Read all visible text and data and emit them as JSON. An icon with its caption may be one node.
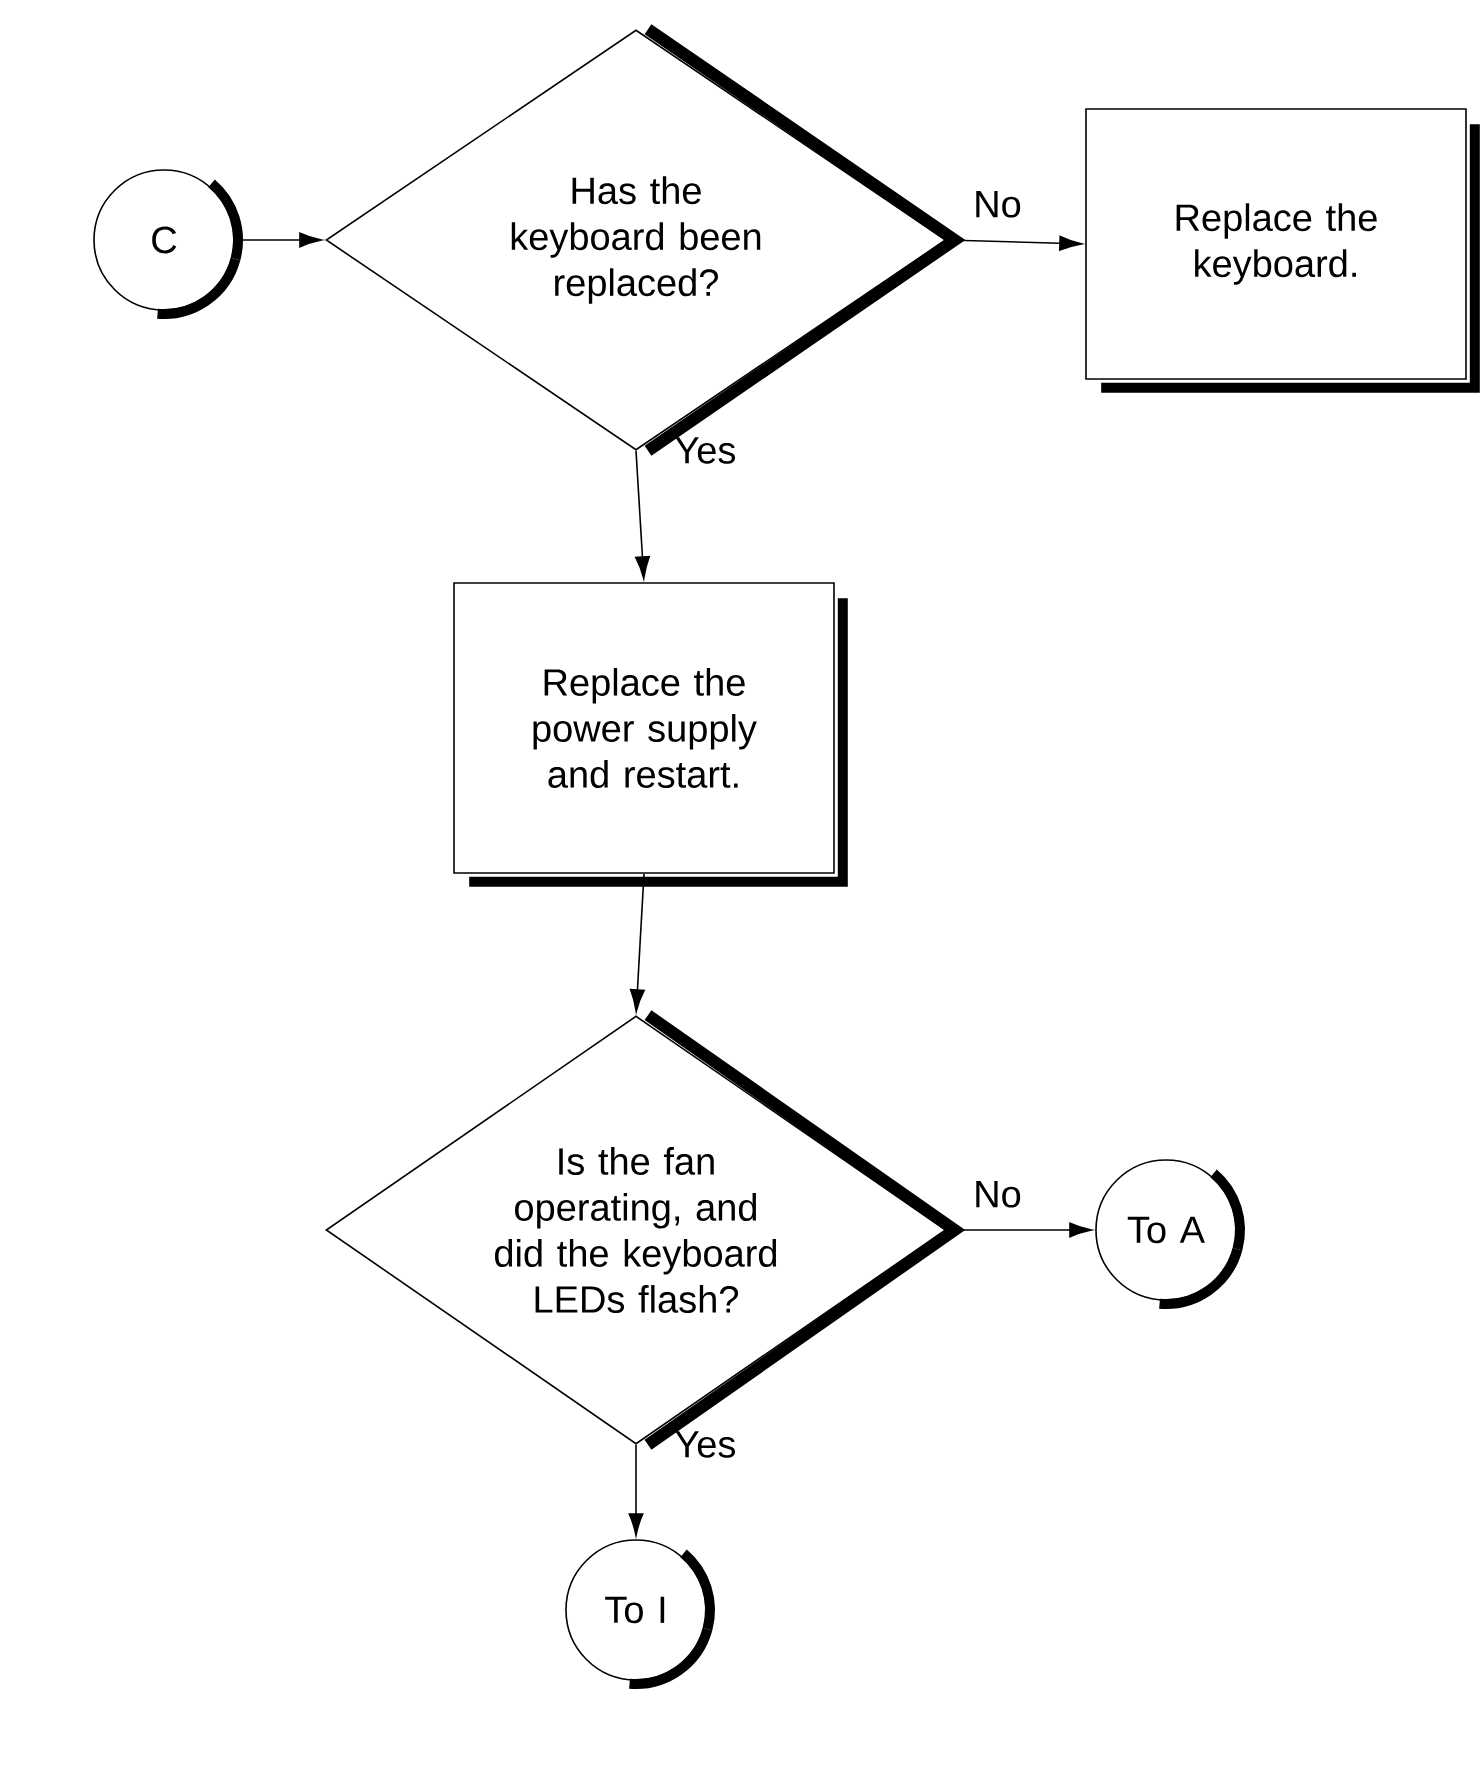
{
  "diagram": {
    "nodes": [
      {
        "text": [
          "C"
        ]
      },
      {
        "text": [
          "Has the keyboard been replaced?"
        ]
      },
      {
        "text": [
          "Replace the keyboard."
        ]
      },
      {
        "text": [
          "Replace the power supply and restart."
        ]
      },
      {
        "text": [
          "Is the fan operating, and did the keyboard LEDs flash?"
        ]
      },
      {
        "text": [
          "To A"
        ]
      },
      {
        "text": [
          "To I"
        ]
      }
    ],
    "edges": [
      {
        "from": 0,
        "to": 1,
        "arrow": "to"
      },
      {
        "from": 1,
        "to": 2,
        "arrow": "to",
        "label": "No"
      },
      {
        "from": 1,
        "to": 3,
        "arrow": "to",
        "label": "Yes"
      },
      {
        "from": 3,
        "to": 4,
        "arrow": "to"
      },
      {
        "from": 4,
        "to": 5,
        "arrow": "to",
        "label": "No"
      },
      {
        "from": 4,
        "to": 6,
        "arrow": "to",
        "label": "Yes"
      }
    ]
  }
}
